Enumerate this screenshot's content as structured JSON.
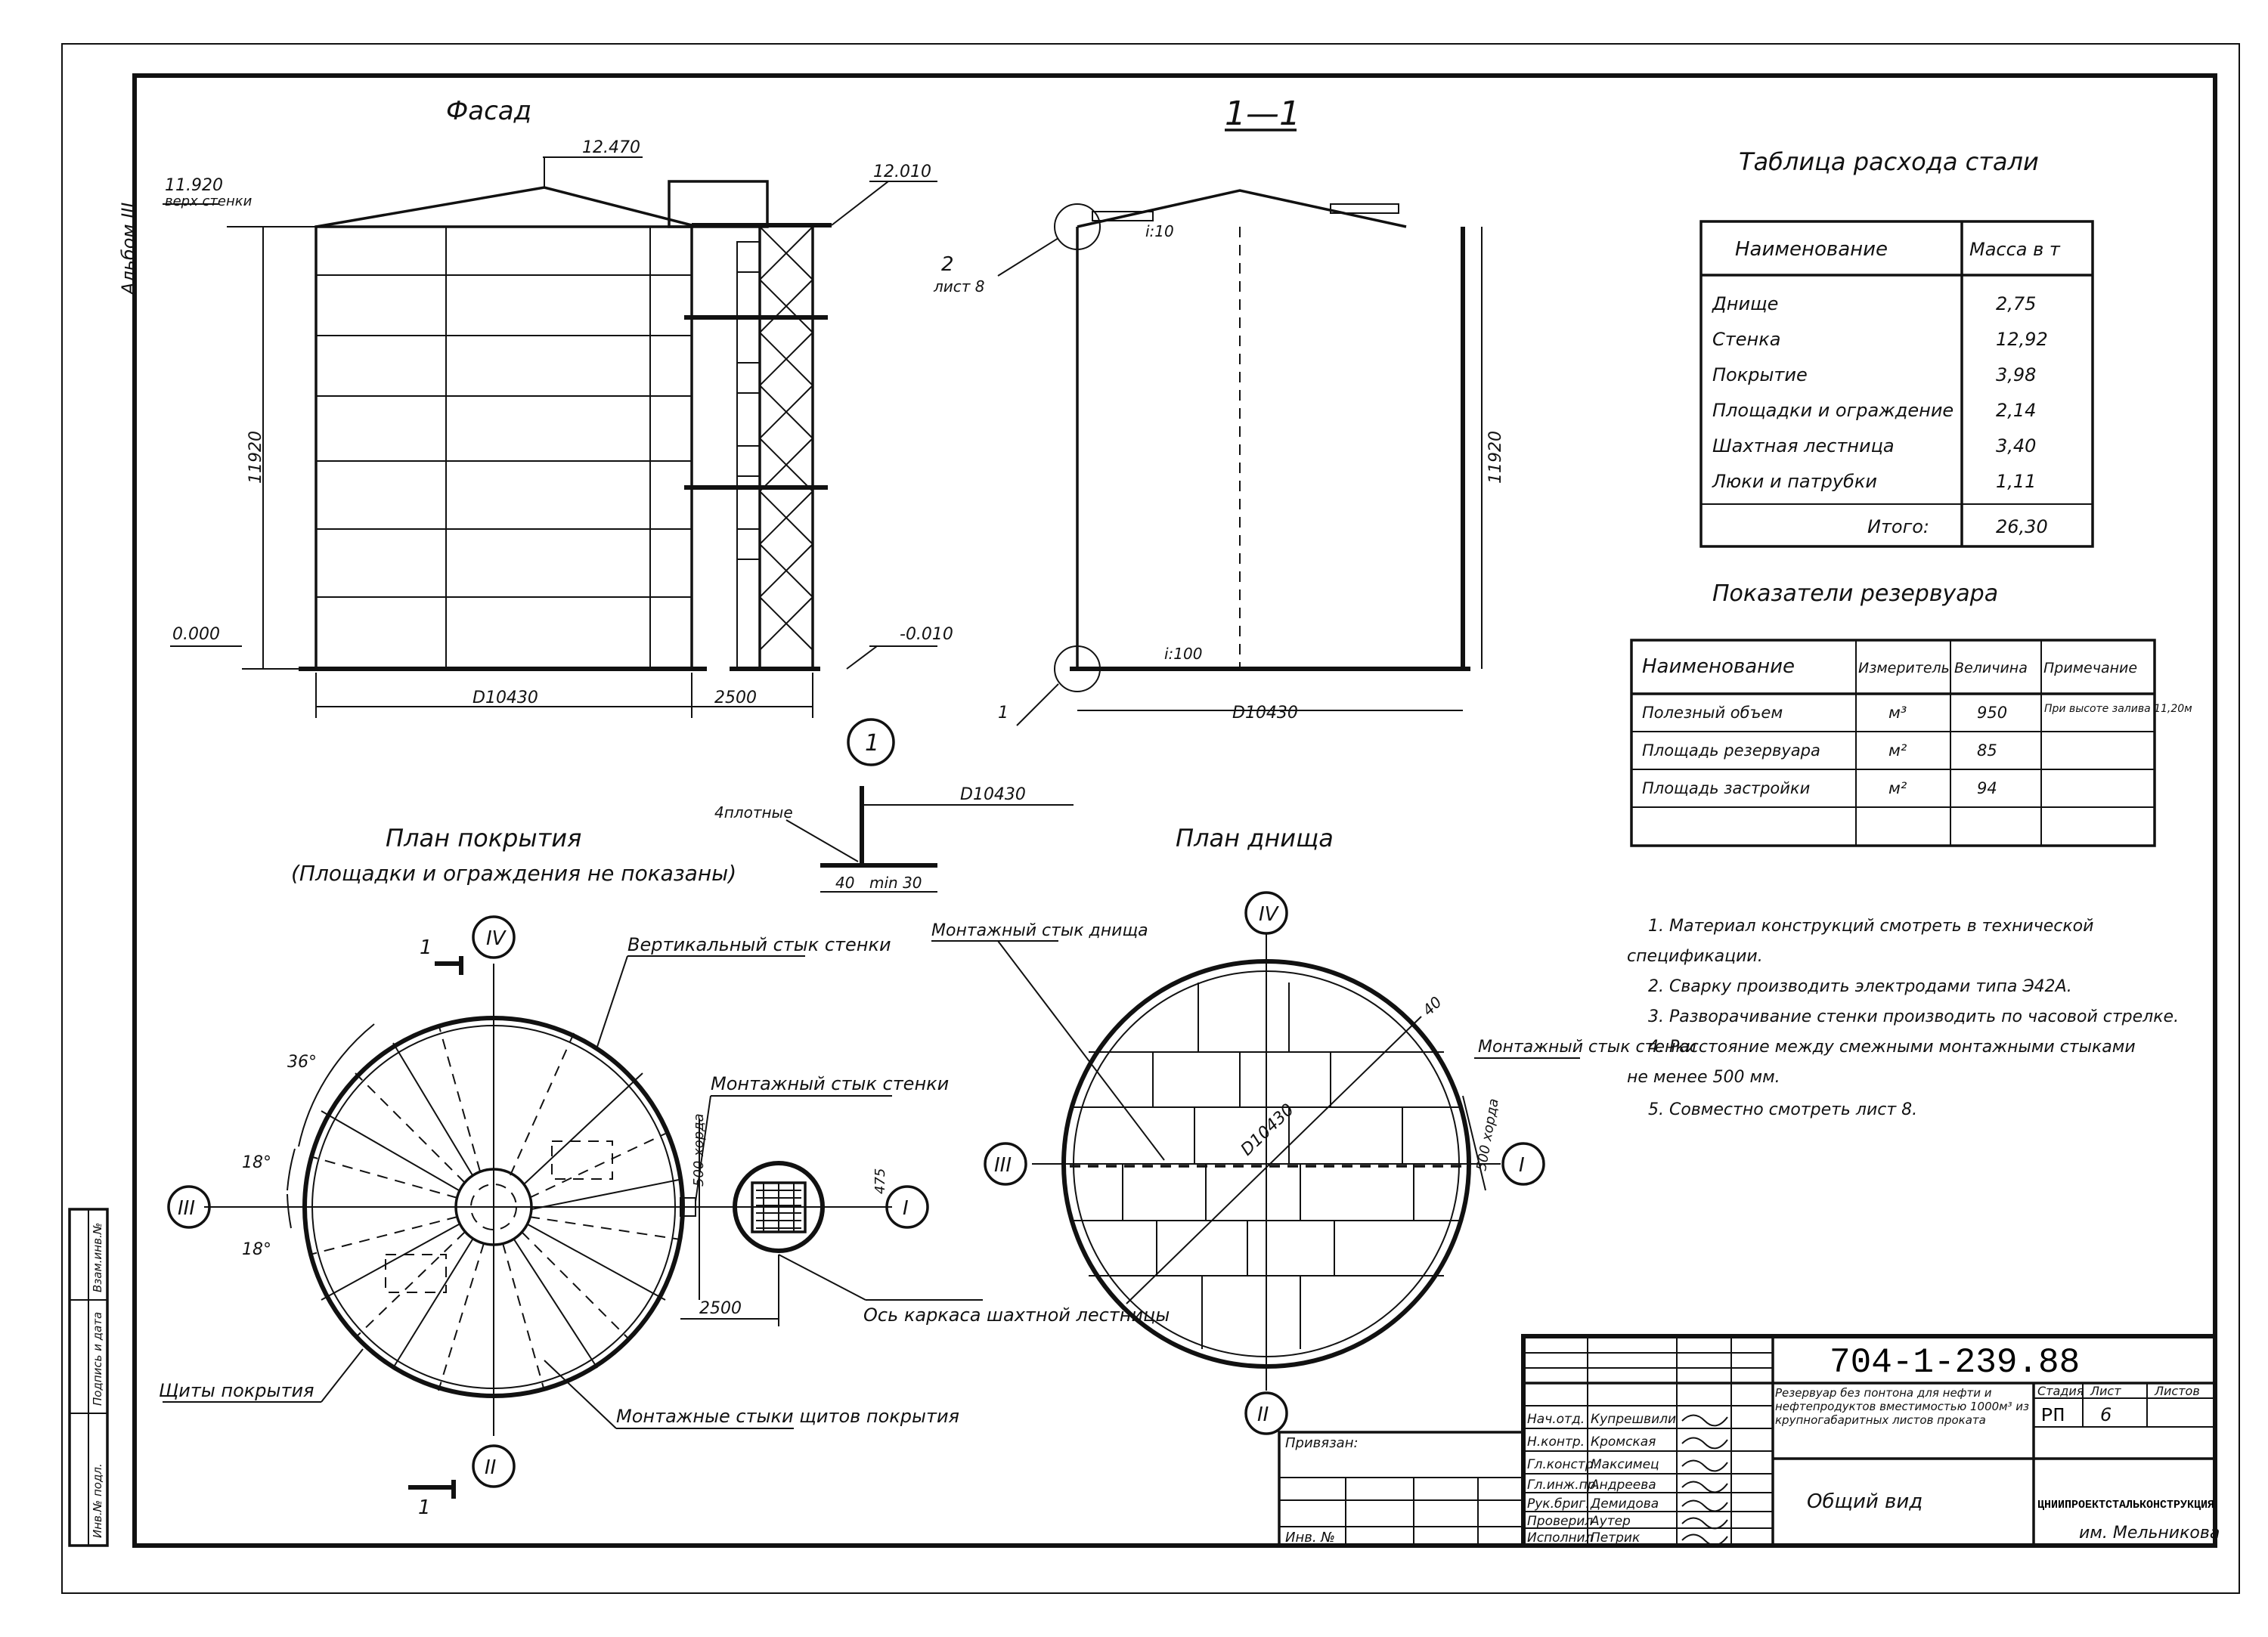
{
  "sheet": {
    "album": "Альбом III",
    "section_label": "1—1",
    "facade_title": "Фасад",
    "marker_1": "1"
  },
  "facade": {
    "elev_top_wall": "11.920",
    "elev_top_wall_note": "верх стенки",
    "elev_roof": "12.470",
    "elev_ladder": "12.010",
    "elev_zero": "0.000",
    "elev_minus": "-0.010",
    "height_dim": "11920",
    "diameter": "D10430",
    "ladder_offset": "2500"
  },
  "section": {
    "height_dim": "11920",
    "slope_roof": "i:10",
    "slope_bottom": "i:100",
    "diameter": "D10430",
    "callout_2": "2",
    "callout_2_sheet": "лист 8",
    "callout_1": "1"
  },
  "detail_1": {
    "label": "1",
    "weld": "4плотные",
    "diameter": "D10430",
    "dim_40": "40",
    "dim_min": "min 30"
  },
  "roof_plan": {
    "title": "План покрытия",
    "subtitle": "(Площадки и ограждения не показаны)",
    "vert_joint": "Вертикальный стык стенки",
    "mount_joint": "Монтажный стык стенки",
    "shields": "Щиты покрытия",
    "mount_shields": "Монтажные стыки щитов покрытия",
    "ladder_axis": "Ось каркаса шахтной лестницы",
    "angle_36": "36°",
    "angle_18a": "18°",
    "angle_18b": "18°",
    "dim_2500": "2500",
    "dim_500": "500 хорда",
    "dim_475": "475",
    "axis_I": "I",
    "axis_II": "II",
    "axis_III": "III",
    "axis_IV": "IV",
    "cut_1a": "1",
    "cut_1b": "1"
  },
  "bottom_plan": {
    "title": "План днища",
    "mount_joint": "Монтажный стык днища",
    "mount_wall": "Монтажный стык стенки",
    "diameter": "D10430",
    "dim_40": "40",
    "dim_500": "500 хорда",
    "axis_I": "I",
    "axis_II": "II",
    "axis_III": "III",
    "axis_IV": "IV"
  },
  "steel_table": {
    "title": "Таблица расхода стали",
    "headers": [
      "Наименование",
      "Масса в т"
    ],
    "rows": [
      [
        "Днище",
        "2,75"
      ],
      [
        "Стенка",
        "12,92"
      ],
      [
        "Покрытие",
        "3,98"
      ],
      [
        "Площадки и ограждение",
        "2,14"
      ],
      [
        "Шахтная лестница",
        "3,40"
      ],
      [
        "Люки и патрубки",
        "1,11"
      ],
      [
        "Итого:",
        "26,30"
      ]
    ]
  },
  "tank_table": {
    "title": "Показатели резервуара",
    "headers": [
      "Наименование",
      "Измеритель",
      "Величина",
      "Примечание"
    ],
    "rows": [
      [
        "Полезный объем",
        "м³",
        "950",
        "При высоте залива 11,20м"
      ],
      [
        "Площадь резервуара",
        "м²",
        "85",
        ""
      ],
      [
        "Площадь застройки",
        "м²",
        "94",
        ""
      ],
      [
        "",
        "",
        "",
        ""
      ]
    ]
  },
  "notes": [
    "1. Материал конструкций смотреть в технической",
    "спецификации.",
    "2. Сварку производить электродами типа Э42А.",
    "3. Разворачивание стенки производить по часовой стрелке.",
    "4. Расстояние между смежными монтажными стыками",
    "не менее 500 мм.",
    "5. Совместно смотреть лист 8."
  ],
  "side_stamp": [
    "Взам.инв.№",
    "Подпись и дата",
    "Инв.№ подл."
  ],
  "title_block": {
    "code": "704-1-239.88",
    "privyazan": "Привязан:",
    "inv": "Инв. №",
    "roles": [
      "Нач.отд.",
      "Н.контр.",
      "Гл.констр.",
      "Гл.инж.пр.",
      "Рук.бриг.",
      "Проверил",
      "Исполнил"
    ],
    "names": [
      "Купрешвили",
      "Кромская",
      "Максимец",
      "Андреева",
      "Демидова",
      "Аутер",
      "Петрик"
    ],
    "description": "Резервуар без понтона для нефти и нефтепродуктов вместимостью 1000м³ из крупногабаритных листов проката",
    "stage_h": "Стадия",
    "sheet_h": "Лист",
    "sheets_h": "Листов",
    "stage": "РП",
    "sheet": "6",
    "sheets": "",
    "sheet_name": "Общий вид",
    "org": "ЦНИИПРОЕКТСТАЛЬКОНСТРУКЦИЯ",
    "org2": "им. Мельникова"
  }
}
